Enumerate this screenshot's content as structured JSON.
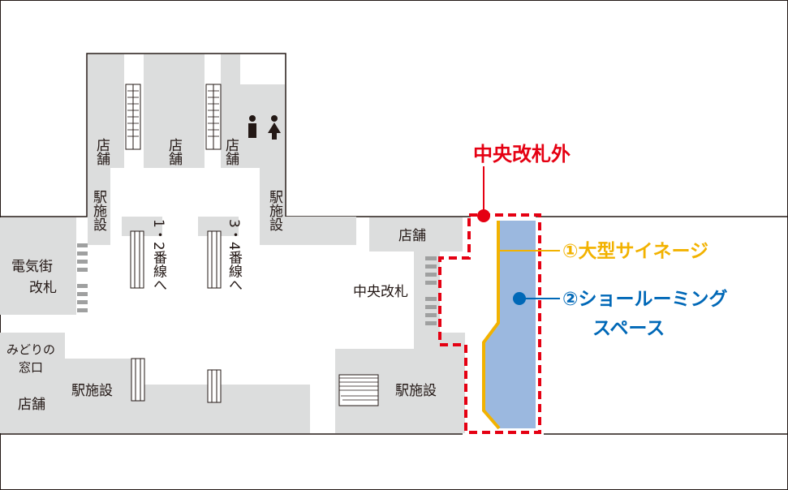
{
  "colors": {
    "area_fill": "#dcdddd",
    "wall": "#231815",
    "central_gate_outline": "#e50012",
    "signage": "#f2b200",
    "showroom_fill": "#9bb8df",
    "showroom_label": "#0068b7"
  },
  "map": {
    "labels": {
      "shop_top_left": "店舗",
      "shop_top_mid": "店舗",
      "shop_top_right": "店舗",
      "station_facility_left_upper": "駅施設",
      "station_facility_mid_upper": "駅施設",
      "track_12": "1・2番線へ",
      "track_34": "3・4番線へ",
      "denkigai_gate": "電気街改札",
      "midori_window": "みどりの窓口",
      "shop_bottom_left": "店舗",
      "station_facility_bottom_left": "駅施設",
      "shop_right": "店舗",
      "central_gate": "中央改札",
      "station_facility_bottom_right": "駅施設"
    },
    "icons": [
      "restroom-male-icon",
      "restroom-female-icon",
      "escalator-icon",
      "stairs-icon",
      "ticket-gate-icon"
    ]
  },
  "legend": {
    "outside_central_gate": "中央改札外",
    "large_signage": "①大型サイネージ",
    "showroom_line1": "②ショールーミング",
    "showroom_line2": "スペース"
  }
}
